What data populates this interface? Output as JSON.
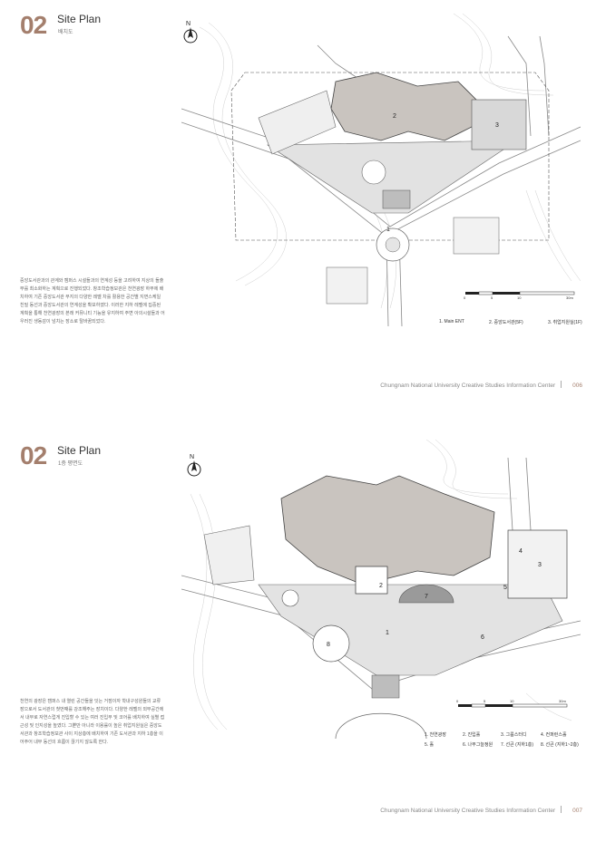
{
  "pages": [
    {
      "number": "02",
      "title": "Site Plan",
      "subtitle": "배치도",
      "description": "중앙도서관과의 관계와 캠퍼스 시설들과의 연계성 등을 고려하여 지상의 돌출부를 최소화하는 계획으로 진행되었다. 창조학습정보관은 천연광장 하부에 배치하여 기존 중앙도서관 부지의 다양한 레벨 차를 활용한 공간별 지면스케일 친밀 동선과 중앙도서관의 연계성을 확보하였다. 이러한 지하 레벨에 집중된 계획을 통해 천연광장의 본래 커뮤니티 기능을 유지하여 주변 아의시설들과 어우러진 생동감이 넘치는 장소로 탈바꿈되었다.",
      "legend": [
        "1. Main ENT",
        "2. 중앙도서관(5F)",
        "3. 취업지원실(1F)"
      ],
      "scale_labels": [
        "0",
        "5",
        "10",
        "30m"
      ],
      "plan_labels": [
        "1",
        "2",
        "3"
      ],
      "footer_text": "Chungnam National University Creative Studies Information Center",
      "page_number": "006",
      "north": "N"
    },
    {
      "number": "02",
      "title": "Site Plan",
      "subtitle": "1층 평면도",
      "description": "천연의 광장은 캠퍼스 내 열린 공간들을 잇는 거점이자 학내구성원들의 교류 장으로서 도서관의 첫번째를 강조해주는 장치이다. 다양한 레벨의 외부공간에서 내부로 자연스럽게 진입할 수 있는 여러 진입부 및 코어를 배치하여 실별 접근성 및 인지성을 높였다. 그뿐만 아니라 이용률이 높은 취업지원실은 중앙도서관과 창조학습정보관 사이 지상층에 배치하여 기존 도서관과 지하 1층을 이어주어 내부 동선의 흐름이 끊기지 않도록 한다.",
      "legend": [
        "1. 천연광장",
        "2. 진입홀",
        "3. 그룹스터디",
        "4. 컨퍼런스홀",
        "5. 홀",
        "6. 나무그늘정원",
        "7. 선큰 (지하1층)",
        "8. 선큰 (지하1~2층)"
      ],
      "scale_labels": [
        "0",
        "5",
        "10",
        "30m"
      ],
      "plan_labels": [
        "1",
        "2",
        "3",
        "4",
        "5",
        "6",
        "7",
        "8"
      ],
      "footer_text": "Chungnam National University Creative Studies Information Center",
      "page_number": "007",
      "north": "N"
    }
  ]
}
